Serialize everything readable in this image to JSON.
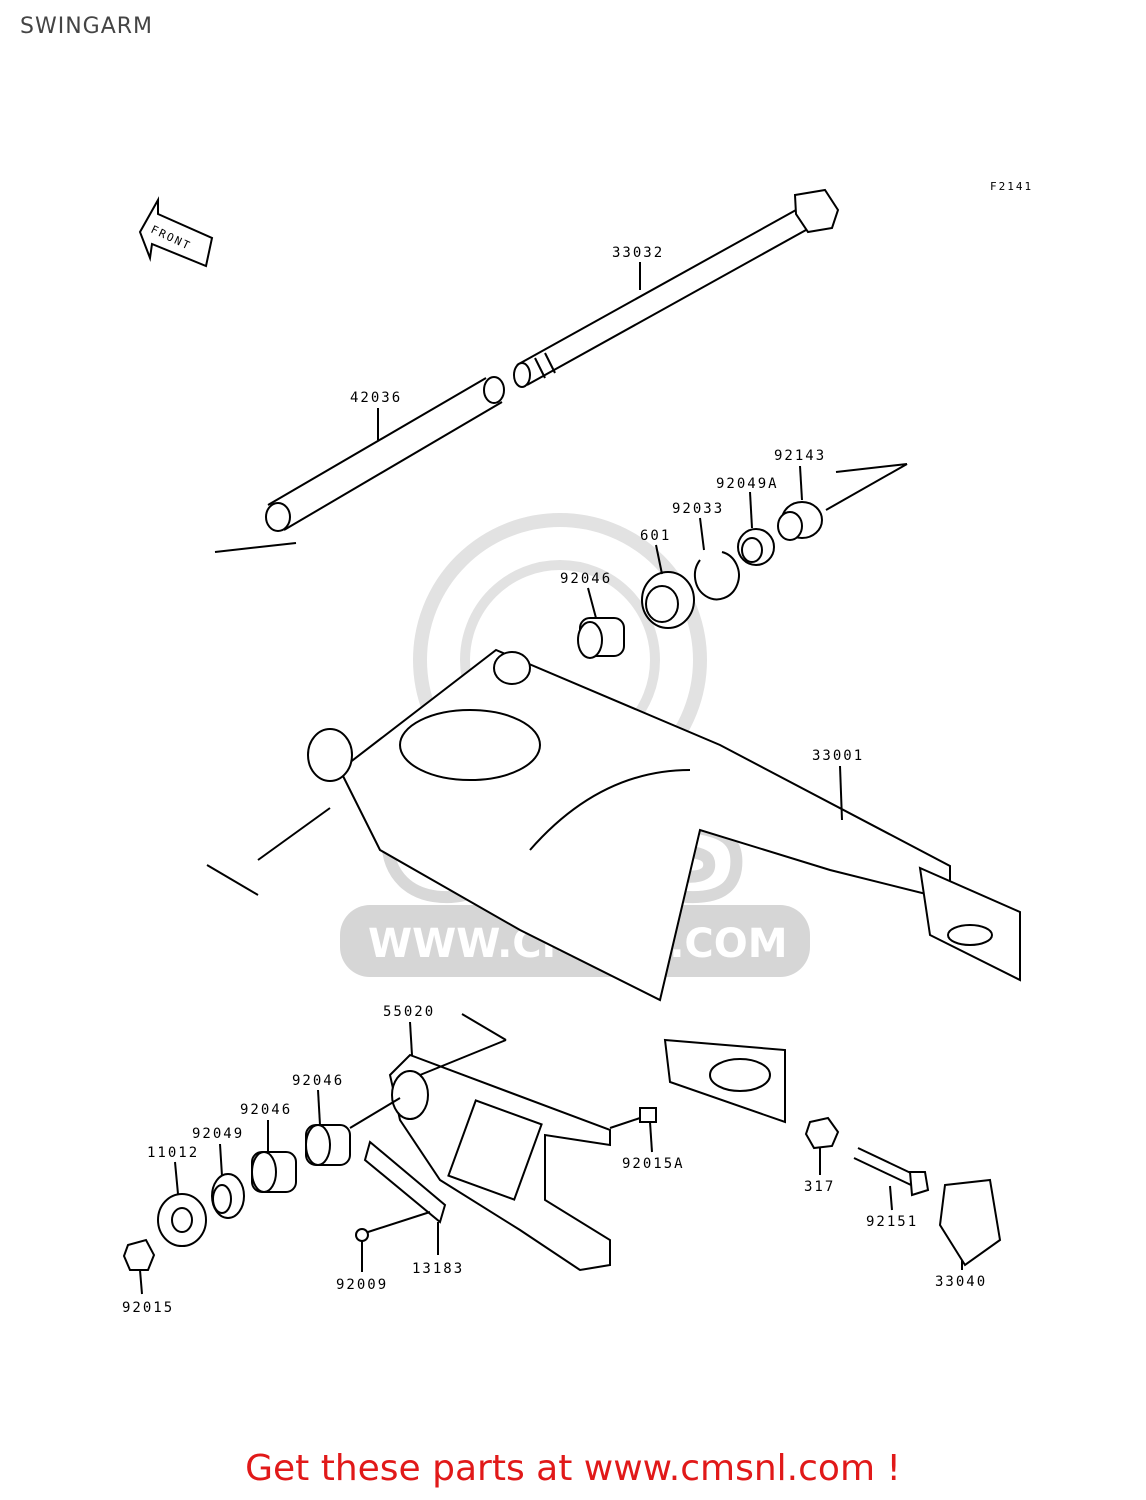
{
  "page": {
    "title": "SWINGARM",
    "figure_code": "F2141",
    "front_label": "FRONT",
    "watermark_url": "WWW.CMSNL.COM",
    "watermark_logo": "CMS",
    "footer": "Get these parts at www.cmsnl.com !"
  },
  "colors": {
    "footer_text": "#e11919",
    "title_text": "#444444",
    "watermark": "#d8d8d8",
    "line": "#000000"
  },
  "parts": [
    {
      "id": "33032",
      "label": "33032"
    },
    {
      "id": "42036",
      "label": "42036"
    },
    {
      "id": "92143",
      "label": "92143"
    },
    {
      "id": "92049A",
      "label": "92049A"
    },
    {
      "id": "92033",
      "label": "92033"
    },
    {
      "id": "601",
      "label": "601"
    },
    {
      "id": "92046-top",
      "label": "92046"
    },
    {
      "id": "33001",
      "label": "33001"
    },
    {
      "id": "55020",
      "label": "55020"
    },
    {
      "id": "92046-a",
      "label": "92046"
    },
    {
      "id": "92046-b",
      "label": "92046"
    },
    {
      "id": "92049",
      "label": "92049"
    },
    {
      "id": "11012",
      "label": "11012"
    },
    {
      "id": "92015A",
      "label": "92015A"
    },
    {
      "id": "317",
      "label": "317"
    },
    {
      "id": "92151",
      "label": "92151"
    },
    {
      "id": "13183",
      "label": "13183"
    },
    {
      "id": "92009",
      "label": "92009"
    },
    {
      "id": "33040",
      "label": "33040"
    },
    {
      "id": "92015",
      "label": "92015"
    }
  ]
}
